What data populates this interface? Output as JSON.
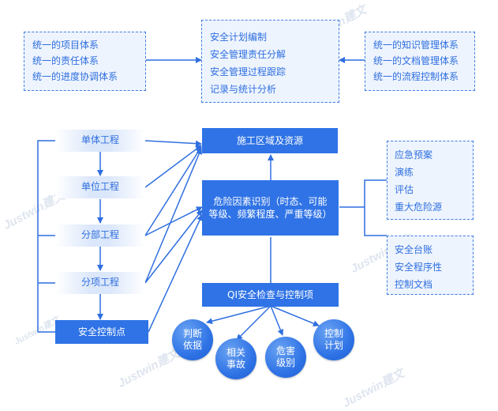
{
  "watermark": "Justwin建文",
  "top": {
    "left_items": [
      "统一的项目体系",
      "统一的责任体系",
      "统一的进度协调体系"
    ],
    "center_items": [
      "安全计划编制",
      "安全管理责任分解",
      "安全管理过程跟踪",
      "记录与统计分析"
    ],
    "right_items": [
      "统一的知识管理体系",
      "统一的文档管理体系",
      "统一的流程控制体系"
    ]
  },
  "chain": [
    "单体工程",
    "单位工程",
    "分部工程",
    "分项工程"
  ],
  "chain_end": "安全控制点",
  "center": {
    "area": "施工区域及资源",
    "risk_line1": "危险因素识别（时态、可能",
    "risk_line2": "等级、频繁程度、严重等级）",
    "qi": "QI安全检查与控制项"
  },
  "circles": [
    {
      "l1": "判断",
      "l2": "依据"
    },
    {
      "l1": "相关",
      "l2": "事故"
    },
    {
      "l1": "危害",
      "l2": "级别"
    },
    {
      "l1": "控制",
      "l2": "计划"
    }
  ],
  "right_group1": [
    "应急预案",
    "演练",
    "评估",
    "重大危险源"
  ],
  "right_group2": [
    "安全台账",
    "安全程序性",
    "控制文档"
  ]
}
